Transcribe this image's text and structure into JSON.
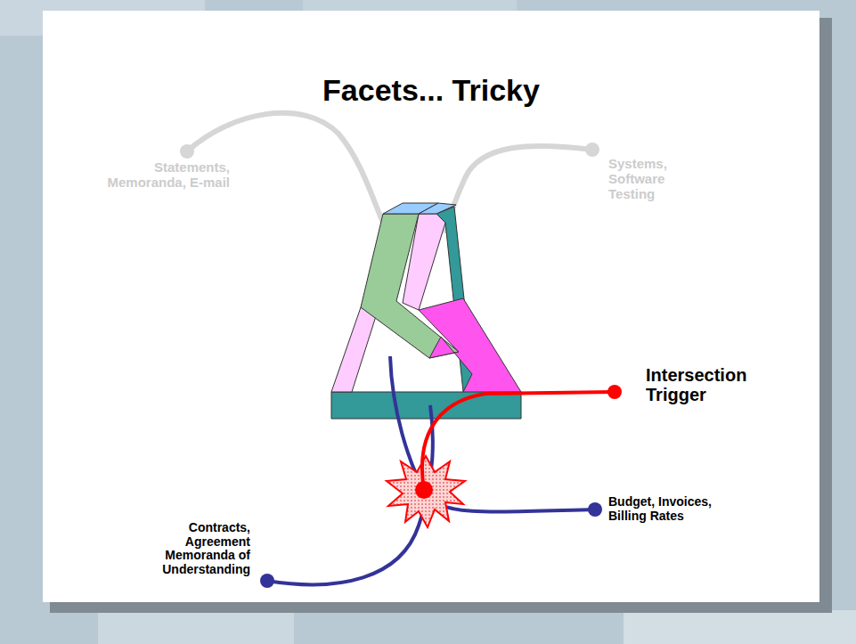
{
  "diagram": {
    "title": "Facets... Tricky",
    "labels": [
      "Statements, Memoranda, E-mail",
      "Systems, Software Testing",
      "Intersection Trigger",
      "Budget, Invoices, Billing Rates",
      "Contracts, Agreement Memoranda of Understanding"
    ]
  }
}
